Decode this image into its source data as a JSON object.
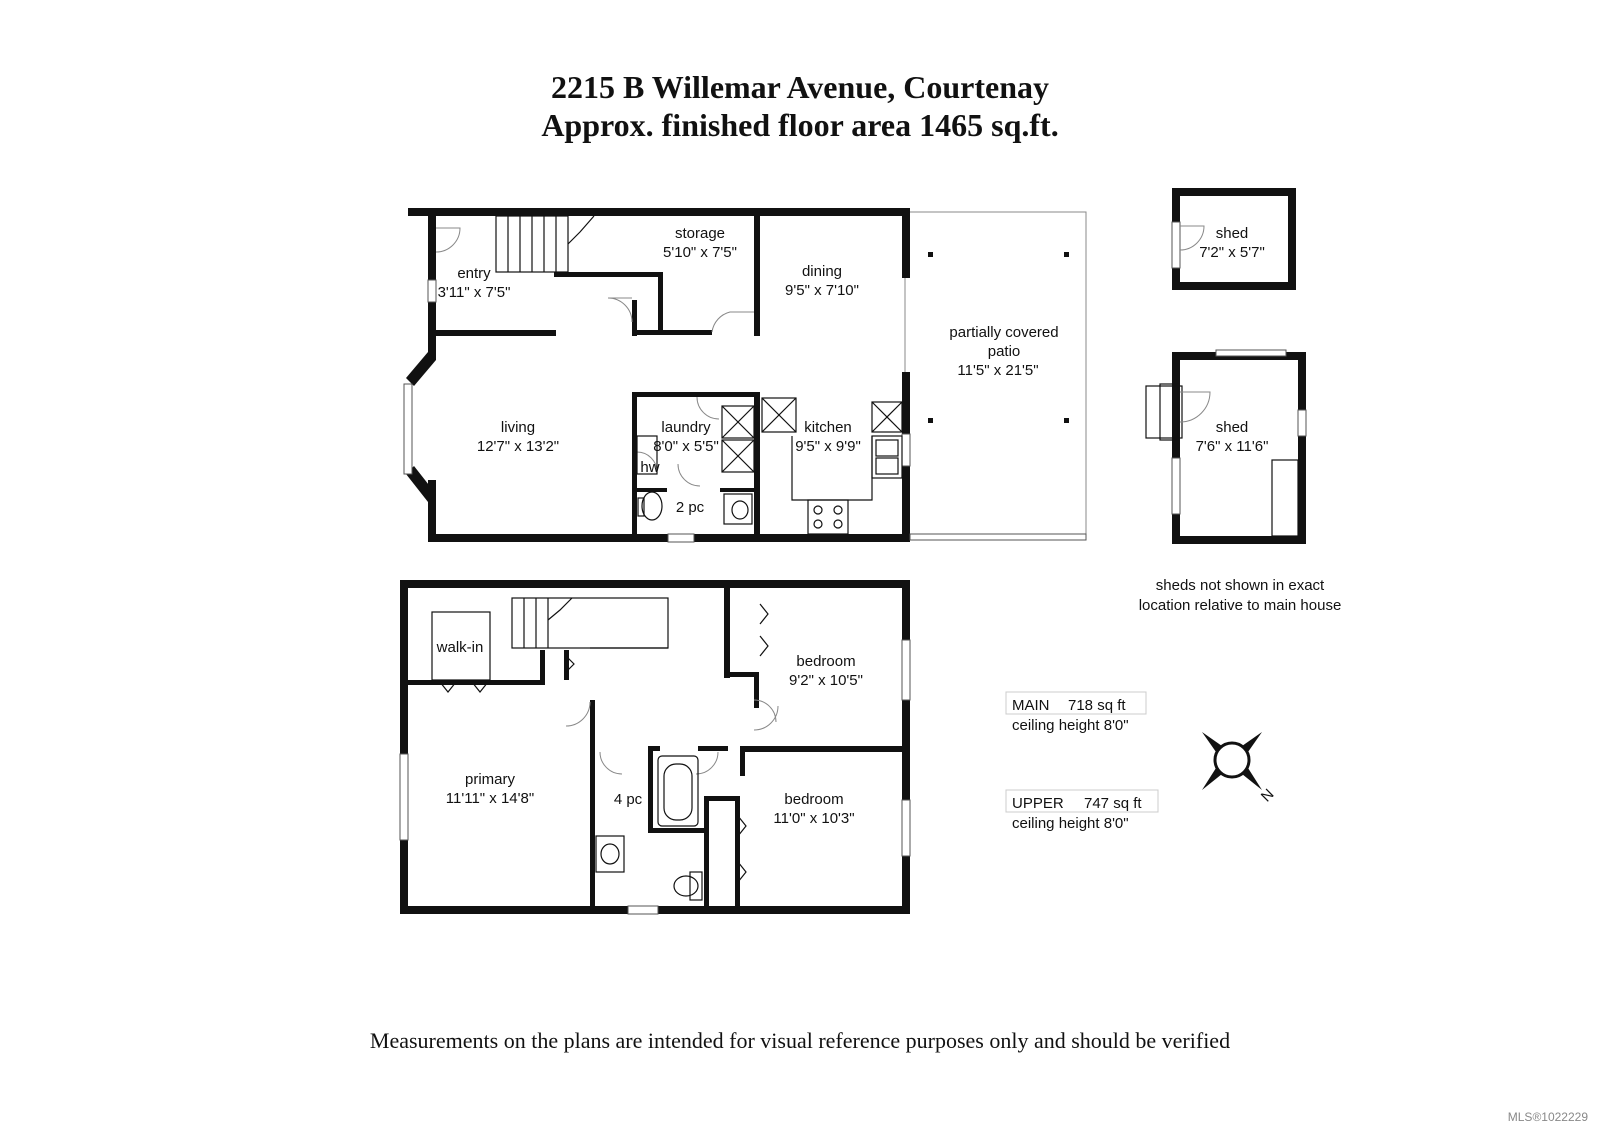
{
  "header": {
    "line1": "2215 B Willemar Avenue, Courtenay",
    "line2": "Approx. finished floor area 1465 sq.ft."
  },
  "main_floor": {
    "rooms": [
      {
        "name": "entry",
        "size": "3'11\" x 7'5\""
      },
      {
        "name": "storage",
        "size": "5'10\" x 7'5\""
      },
      {
        "name": "dining",
        "size": "9'5\" x 7'10\""
      },
      {
        "name": "living",
        "size": "12'7\" x 13'2\""
      },
      {
        "name": "laundry",
        "size": "8'0\" x 5'5\""
      },
      {
        "name": "kitchen",
        "size": "9'5\" x 9'9\""
      }
    ],
    "hw_label": "hw",
    "bath_label": "2 pc",
    "patio": {
      "line1": "partially covered",
      "line2": "patio",
      "size": "11'5\" x 21'5\""
    }
  },
  "upper_floor": {
    "rooms": [
      {
        "name": "walk-in",
        "size": ""
      },
      {
        "name": "bedroom",
        "size": "9'2\" x 10'5\""
      },
      {
        "name": "primary",
        "size": "11'11\" x 14'8\""
      },
      {
        "name": "bedroom",
        "size": "11'0\" x 10'3\""
      }
    ],
    "bath_label": "4 pc"
  },
  "sheds": [
    {
      "name": "shed",
      "size": "7'2\" x 5'7\""
    },
    {
      "name": "shed",
      "size": "7'6\" x 11'6\""
    }
  ],
  "shed_note": {
    "line1": "sheds not shown in exact",
    "line2": "location relative to main house"
  },
  "area_info": {
    "main": {
      "label": "MAIN",
      "area": "718 sq ft",
      "ceiling": "ceiling height 8'0\""
    },
    "upper": {
      "label": "UPPER",
      "area": "747 sq ft",
      "ceiling": "ceiling height 8'0\""
    }
  },
  "compass": {
    "north_label": "N"
  },
  "footer": {
    "disclaimer": "Measurements on the plans are intended for visual reference purposes only and should be verified",
    "mls": "MLS®1022229"
  }
}
